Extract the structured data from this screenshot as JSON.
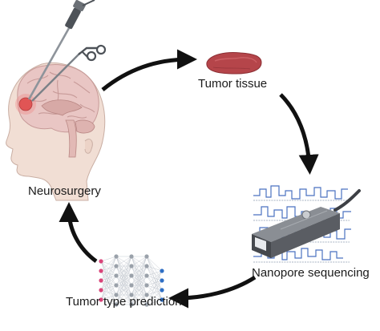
{
  "diagram": {
    "type": "cycle",
    "steps": [
      {
        "id": "neurosurgery",
        "label": "Neurosurgery",
        "icon": "head-brain-surgery-icon"
      },
      {
        "id": "tumor-tissue",
        "label": "Tumor tissue",
        "icon": "tissue-sample-icon"
      },
      {
        "id": "nanopore",
        "label": "Nanopore sequencing",
        "icon": "nanopore-sequencer-icon"
      },
      {
        "id": "prediction",
        "label": "Tumor type prediction",
        "icon": "neural-network-icon"
      }
    ],
    "flow": [
      "neurosurgery",
      "tumor-tissue",
      "nanopore",
      "prediction",
      "neurosurgery"
    ]
  },
  "colors": {
    "arrow": "#111111",
    "tissue": "#b5454a",
    "tumor": "#e05555",
    "brain": "#e9c6c4",
    "skin": "#f1ded4",
    "device": "#5a5d63",
    "signal": "#4a72c0",
    "node_pink": "#d9457a",
    "node_grey": "#9aa1aa",
    "node_blue": "#2f6fc4"
  }
}
